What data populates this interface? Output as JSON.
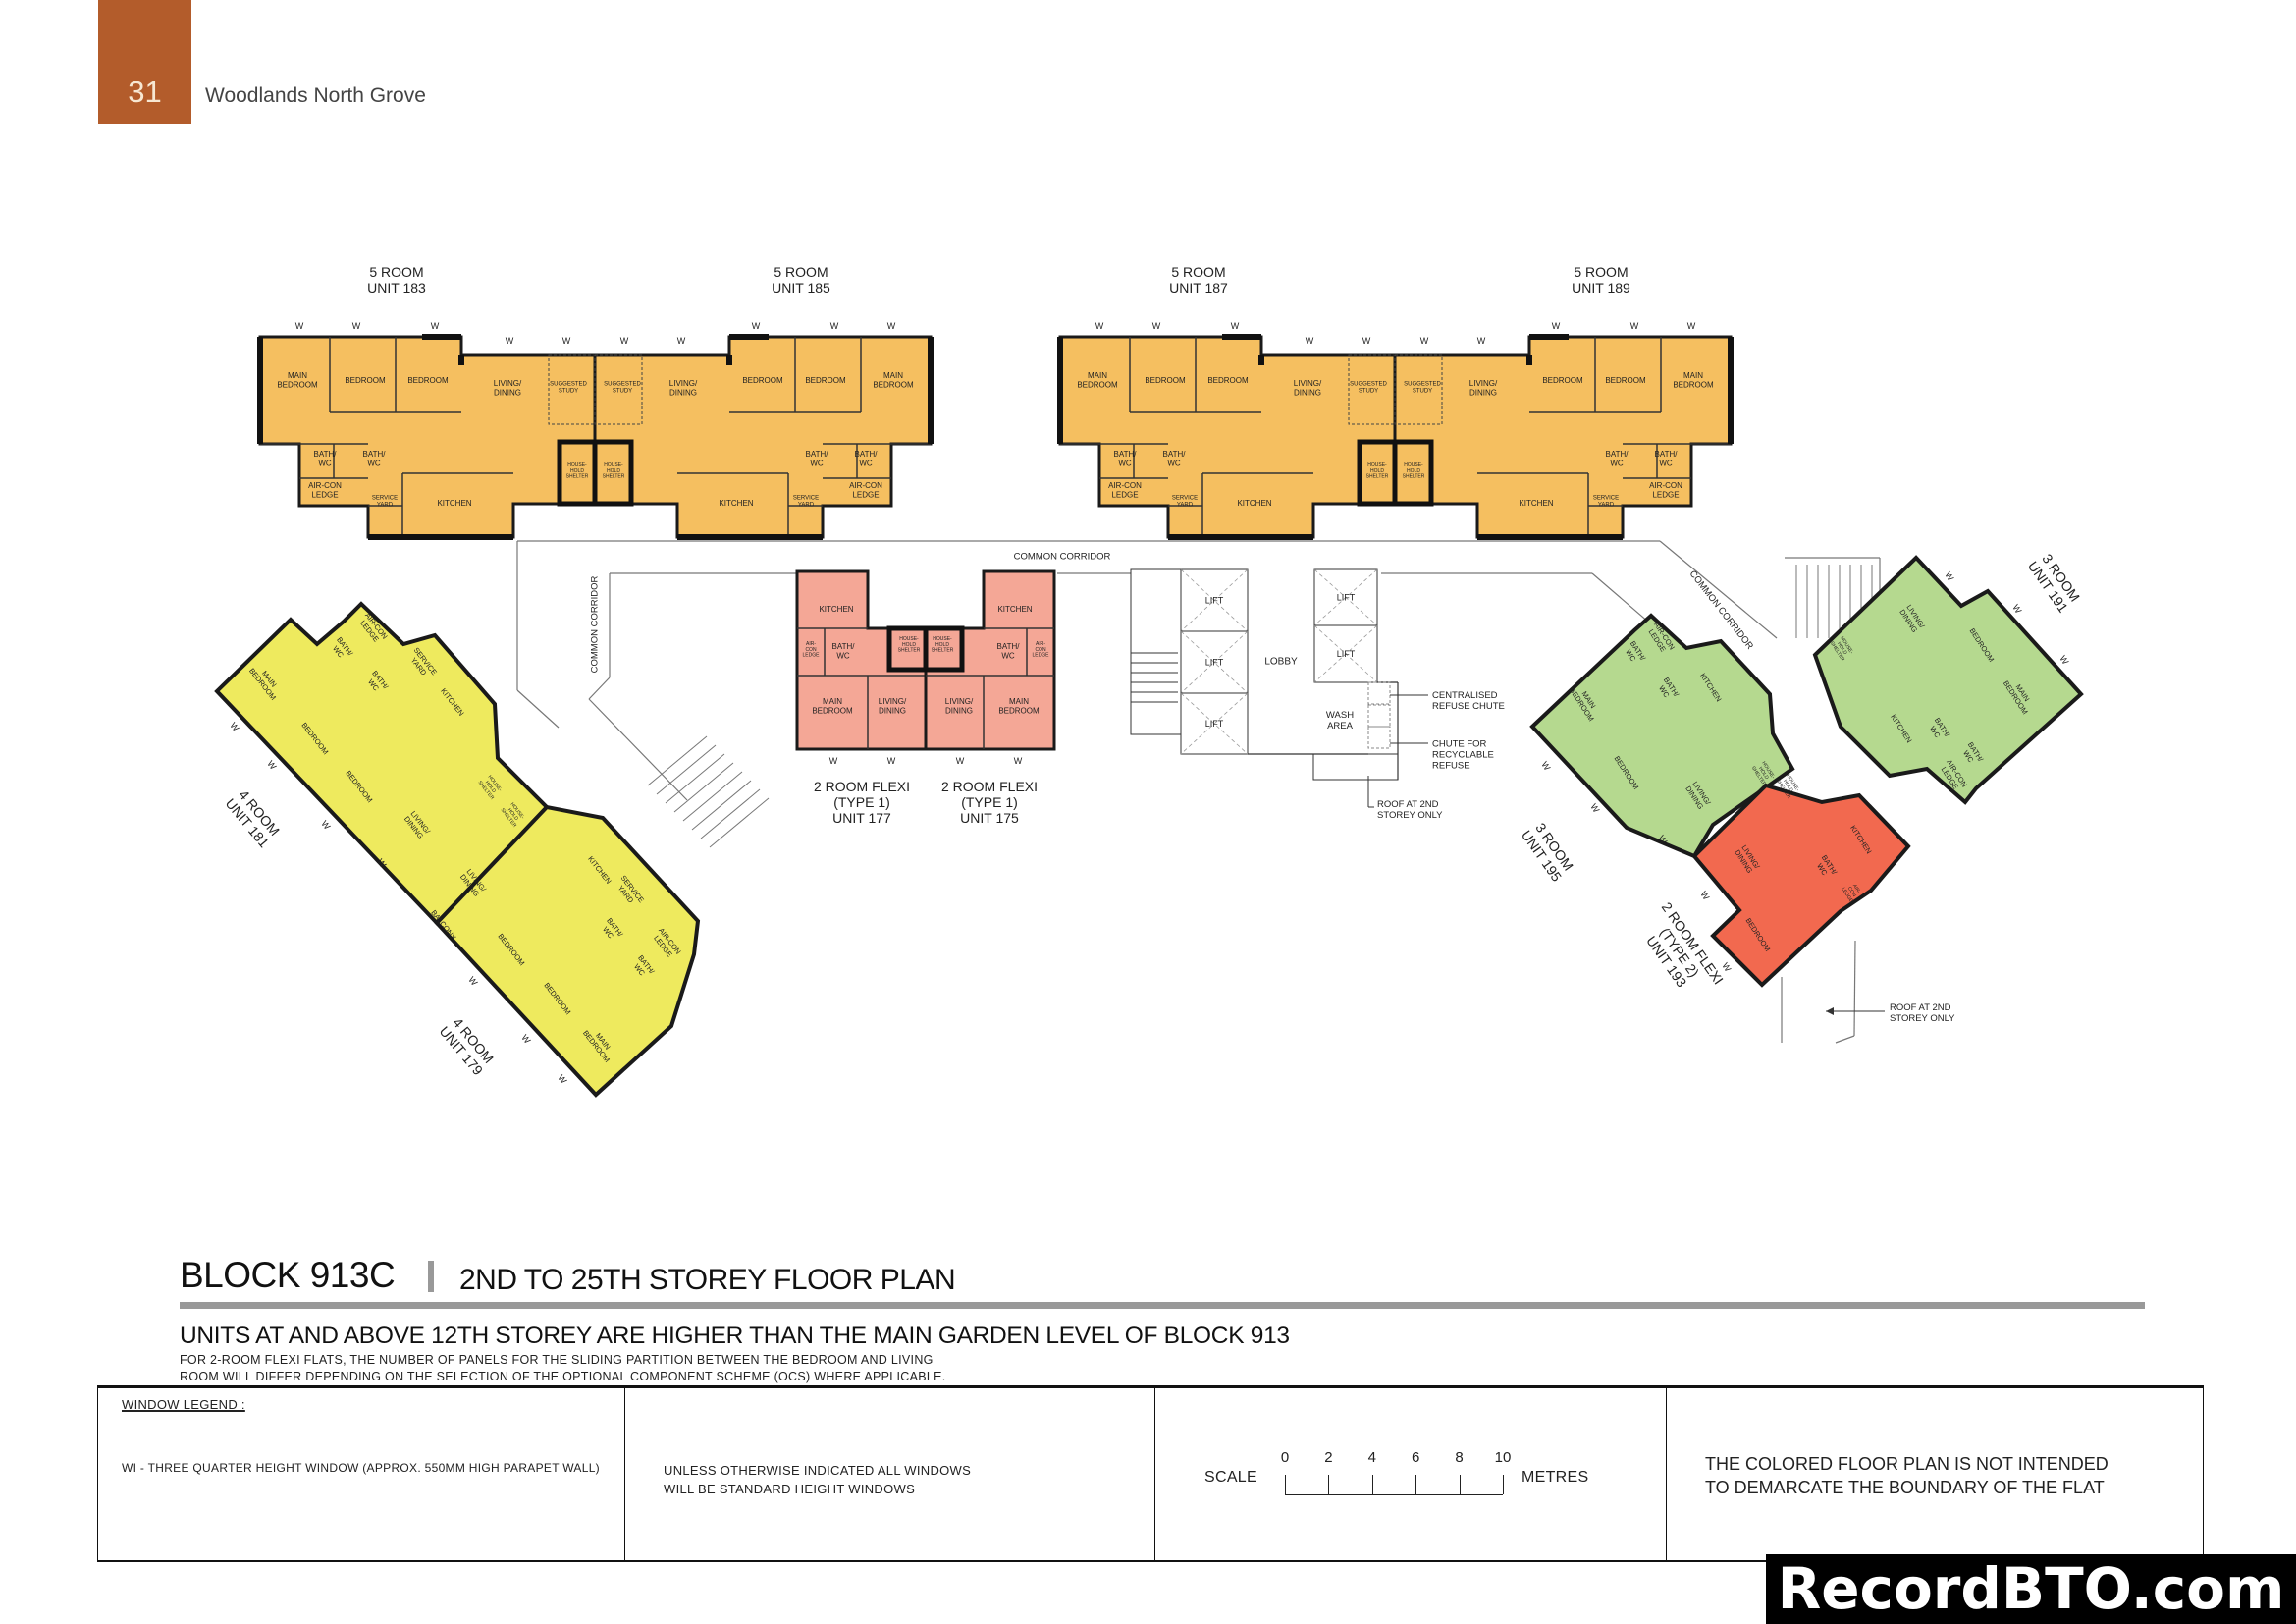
{
  "header": {
    "page_number": "31",
    "title": "Woodlands North Grove"
  },
  "colors": {
    "accent": "#b35c2b",
    "five_room": "#f5bf60",
    "four_room": "#eeea5e",
    "three_room": "#b5d98f",
    "two_room_type1": "#f4a796",
    "two_room_type2": "#f2694f"
  },
  "plan": {
    "window_label": "W1",
    "common_corridor": "COMMON CORRIDOR",
    "lobby": "LOBBY",
    "lift": "LIFT",
    "wash_area": [
      "WASH",
      "AREA"
    ],
    "centralised_refuse_chute": [
      "CENTRALISED",
      "REFUSE CHUTE"
    ],
    "chute_recyclable": [
      "CHUTE FOR",
      "RECYCLABLE",
      "REFUSE"
    ],
    "roof_2nd": [
      "ROOF AT 2ND",
      "STOREY ONLY"
    ],
    "units": [
      {
        "unit": "183",
        "label": [
          "5 ROOM",
          "UNIT 183"
        ],
        "rooms": [
          [
            "MAIN",
            "BEDROOM"
          ],
          [
            "BEDROOM"
          ],
          [
            "BEDROOM"
          ],
          [
            "LIVING/",
            "DINING"
          ],
          [
            "SUGGESTED",
            "STUDY"
          ],
          [
            "BATH/",
            "WC"
          ],
          [
            "BATH/",
            "WC"
          ],
          [
            "AIR-CON",
            "LEDGE"
          ],
          [
            "SERVICE",
            "YARD"
          ],
          [
            "KITCHEN"
          ],
          [
            "HOUSE-",
            "HOLD",
            "SHELTER"
          ]
        ]
      },
      {
        "unit": "185",
        "label": [
          "5 ROOM",
          "UNIT 185"
        ],
        "rooms": [
          [
            "MAIN",
            "BEDROOM"
          ],
          [
            "BEDROOM"
          ],
          [
            "BEDROOM"
          ],
          [
            "LIVING/",
            "DINING"
          ],
          [
            "SUGGESTED",
            "STUDY"
          ],
          [
            "BATH/",
            "WC"
          ],
          [
            "BATH/",
            "WC"
          ],
          [
            "AIR-CON",
            "LEDGE"
          ],
          [
            "SERVICE",
            "YARD"
          ],
          [
            "KITCHEN"
          ],
          [
            "HOUSE-",
            "HOLD",
            "SHELTER"
          ]
        ]
      },
      {
        "unit": "187",
        "label": [
          "5 ROOM",
          "UNIT 187"
        ],
        "rooms": [
          [
            "MAIN",
            "BEDROOM"
          ],
          [
            "BEDROOM"
          ],
          [
            "BEDROOM"
          ],
          [
            "LIVING/",
            "DINING"
          ],
          [
            "SUGGESTED",
            "STUDY"
          ],
          [
            "BATH/",
            "WC"
          ],
          [
            "BATH/",
            "WC"
          ],
          [
            "AIR-CON",
            "LEDGE"
          ],
          [
            "SERVICE",
            "YARD"
          ],
          [
            "KITCHEN"
          ],
          [
            "HOUSE-",
            "HOLD",
            "SHELTER"
          ]
        ]
      },
      {
        "unit": "189",
        "label": [
          "5 ROOM",
          "UNIT 189"
        ],
        "rooms": [
          [
            "MAIN",
            "BEDROOM"
          ],
          [
            "BEDROOM"
          ],
          [
            "BEDROOM"
          ],
          [
            "LIVING/",
            "DINING"
          ],
          [
            "SUGGESTED",
            "STUDY"
          ],
          [
            "BATH/",
            "WC"
          ],
          [
            "BATH/",
            "WC"
          ],
          [
            "AIR-CON",
            "LEDGE"
          ],
          [
            "SERVICE",
            "YARD"
          ],
          [
            "KITCHEN"
          ],
          [
            "HOUSE-",
            "HOLD",
            "SHELTER"
          ]
        ]
      },
      {
        "unit": "177",
        "label": [
          "2 ROOM FLEXI",
          "(TYPE 1)",
          "UNIT 177"
        ],
        "rooms": [
          [
            "KITCHEN"
          ],
          [
            "BATH/",
            "WC"
          ],
          [
            "AIR-",
            "CON",
            "LEDGE"
          ],
          [
            "MAIN",
            "BEDROOM"
          ],
          [
            "LIVING/",
            "DINING"
          ],
          [
            "HOUSE-",
            "HOLD",
            "SHELTER"
          ]
        ]
      },
      {
        "unit": "175",
        "label": [
          "2 ROOM FLEXI",
          "(TYPE 1)",
          "UNIT 175"
        ],
        "rooms": [
          [
            "KITCHEN"
          ],
          [
            "BATH/",
            "WC"
          ],
          [
            "AIR-",
            "CON",
            "LEDGE"
          ],
          [
            "MAIN",
            "BEDROOM"
          ],
          [
            "LIVING/",
            "DINING"
          ],
          [
            "HOUSE-",
            "HOLD",
            "SHELTER"
          ]
        ]
      },
      {
        "unit": "181",
        "label": [
          "4 ROOM",
          "UNIT 181"
        ],
        "rooms": [
          [
            "MAIN",
            "BEDROOM"
          ],
          [
            "BEDROOM"
          ],
          [
            "BEDROOM"
          ],
          [
            "BATH/",
            "WC"
          ],
          [
            "BATH/",
            "WC"
          ],
          [
            "AIR-CON",
            "LEDGE"
          ],
          [
            "SERVICE",
            "YARD"
          ],
          [
            "KITCHEN"
          ],
          [
            "LIVING/",
            "DINING"
          ],
          [
            "HOUSE-",
            "HOLD",
            "SHELTER"
          ]
        ]
      },
      {
        "unit": "179",
        "label": [
          "4 ROOM",
          "UNIT 179"
        ],
        "rooms": [
          [
            "HOUSE-",
            "HOLD",
            "SHELTER"
          ],
          [
            "LIVING/",
            "DINING"
          ],
          [
            "KITCHEN"
          ],
          [
            "SERVICE",
            "YARD"
          ],
          [
            "BALCONY"
          ],
          [
            "BEDROOM"
          ],
          [
            "BEDROOM"
          ],
          [
            "BATH/",
            "WC"
          ],
          [
            "BATH/",
            "WC"
          ],
          [
            "AIR-CON",
            "LEDGE"
          ],
          [
            "MAIN",
            "BEDROOM"
          ]
        ]
      },
      {
        "unit": "195",
        "label": [
          "3 ROOM",
          "UNIT 195"
        ],
        "rooms": [
          [
            "AIR-CON",
            "LEDGE"
          ],
          [
            "BATH/",
            "WC"
          ],
          [
            "BATH/",
            "WC"
          ],
          [
            "KITCHEN"
          ],
          [
            "MAIN",
            "BEDROOM"
          ],
          [
            "BEDROOM"
          ],
          [
            "LIVING/",
            "DINING"
          ],
          [
            "HOUSE-",
            "HOLD",
            "SHELTER"
          ]
        ]
      },
      {
        "unit": "193",
        "label": [
          "2 ROOM FLEXI",
          "(TYPE 2)",
          "UNIT 193"
        ],
        "rooms": [
          [
            "HOUSE-",
            "HOLD",
            "SHELTER"
          ],
          [
            "LIVING/",
            "DINING"
          ],
          [
            "KITCHEN"
          ],
          [
            "BATH/",
            "WC"
          ],
          [
            "AIR-",
            "CON",
            "LEDGE"
          ],
          [
            "BEDROOM"
          ]
        ]
      },
      {
        "unit": "191",
        "label": [
          "3 ROOM",
          "UNIT 191"
        ],
        "rooms": [
          [
            "LIVING/",
            "DINING"
          ],
          [
            "HOUSE-",
            "HOLD",
            "SHELTER"
          ],
          [
            "BEDROOM"
          ],
          [
            "MAIN",
            "BEDROOM"
          ],
          [
            "KITCHEN"
          ],
          [
            "BATH/",
            "WC"
          ],
          [
            "BATH/",
            "WC"
          ],
          [
            "AIR-CON",
            "LEDGE"
          ]
        ]
      }
    ]
  },
  "titles": {
    "block": "BLOCK 913C",
    "plan": "2ND TO 25TH STOREY FLOOR PLAN",
    "garden_note": "UNITS AT AND ABOVE 12TH STOREY ARE HIGHER THAN THE MAIN GARDEN LEVEL OF BLOCK 913",
    "flexi_note_1": "FOR 2-ROOM FLEXI FLATS, THE NUMBER OF PANELS FOR THE SLIDING PARTITION BETWEEN THE BEDROOM AND LIVING",
    "flexi_note_2": "ROOM WILL DIFFER DEPENDING ON THE SELECTION OF THE OPTIONAL COMPONENT SCHEME (OCS) WHERE APPLICABLE."
  },
  "legend": {
    "heading": "WINDOW LEGEND :",
    "w1": "WI - THREE QUARTER HEIGHT WINDOW (APPROX. 550MM HIGH PARAPET WALL)",
    "standard_1": "UNLESS OTHERWISE INDICATED ALL WINDOWS",
    "standard_2": "WILL BE STANDARD HEIGHT WINDOWS",
    "scale_label": "SCALE",
    "scale_ticks": [
      "0",
      "2",
      "4",
      "6",
      "8",
      "10"
    ],
    "scale_unit": "METRES",
    "disclaimer_1": "THE COLORED FLOOR PLAN IS NOT INTENDED",
    "disclaimer_2": "TO DEMARCATE THE BOUNDARY OF THE FLAT"
  },
  "watermark": "RecordBTO.com"
}
